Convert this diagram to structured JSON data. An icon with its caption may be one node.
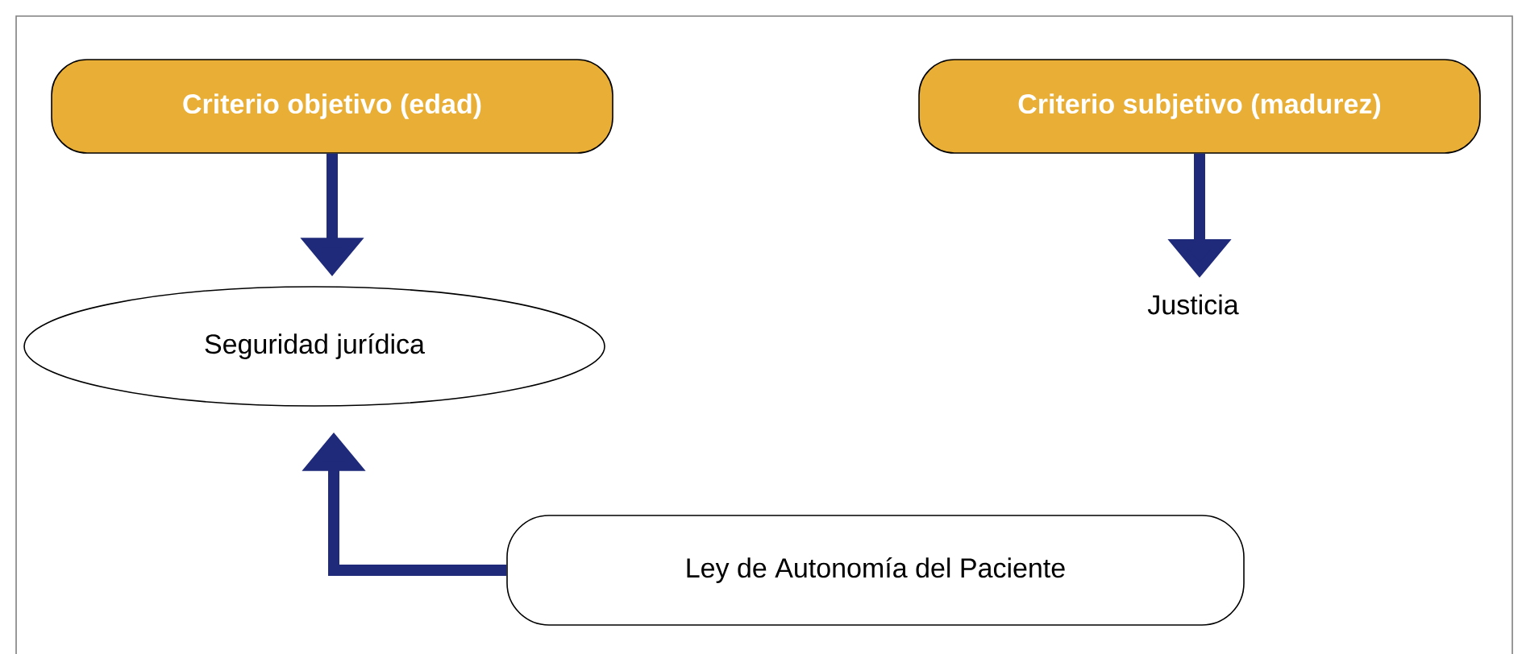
{
  "diagram": {
    "nodes": [
      {
        "text": [
          "Criterio objetivo (edad)"
        ]
      },
      {
        "text": [
          "Criterio subjetivo (madurez)"
        ]
      },
      {
        "text": [
          "Seguridad jurídica"
        ]
      },
      {
        "text": [
          "Justicia"
        ]
      },
      {
        "text": [
          "Ley de Autonomía del Paciente"
        ]
      }
    ],
    "edges": [
      {
        "from": 0,
        "to": 2,
        "arrow": "to"
      },
      {
        "from": 1,
        "to": 3,
        "arrow": "to"
      },
      {
        "from": 4,
        "to": 2,
        "arrow": "to"
      }
    ]
  }
}
